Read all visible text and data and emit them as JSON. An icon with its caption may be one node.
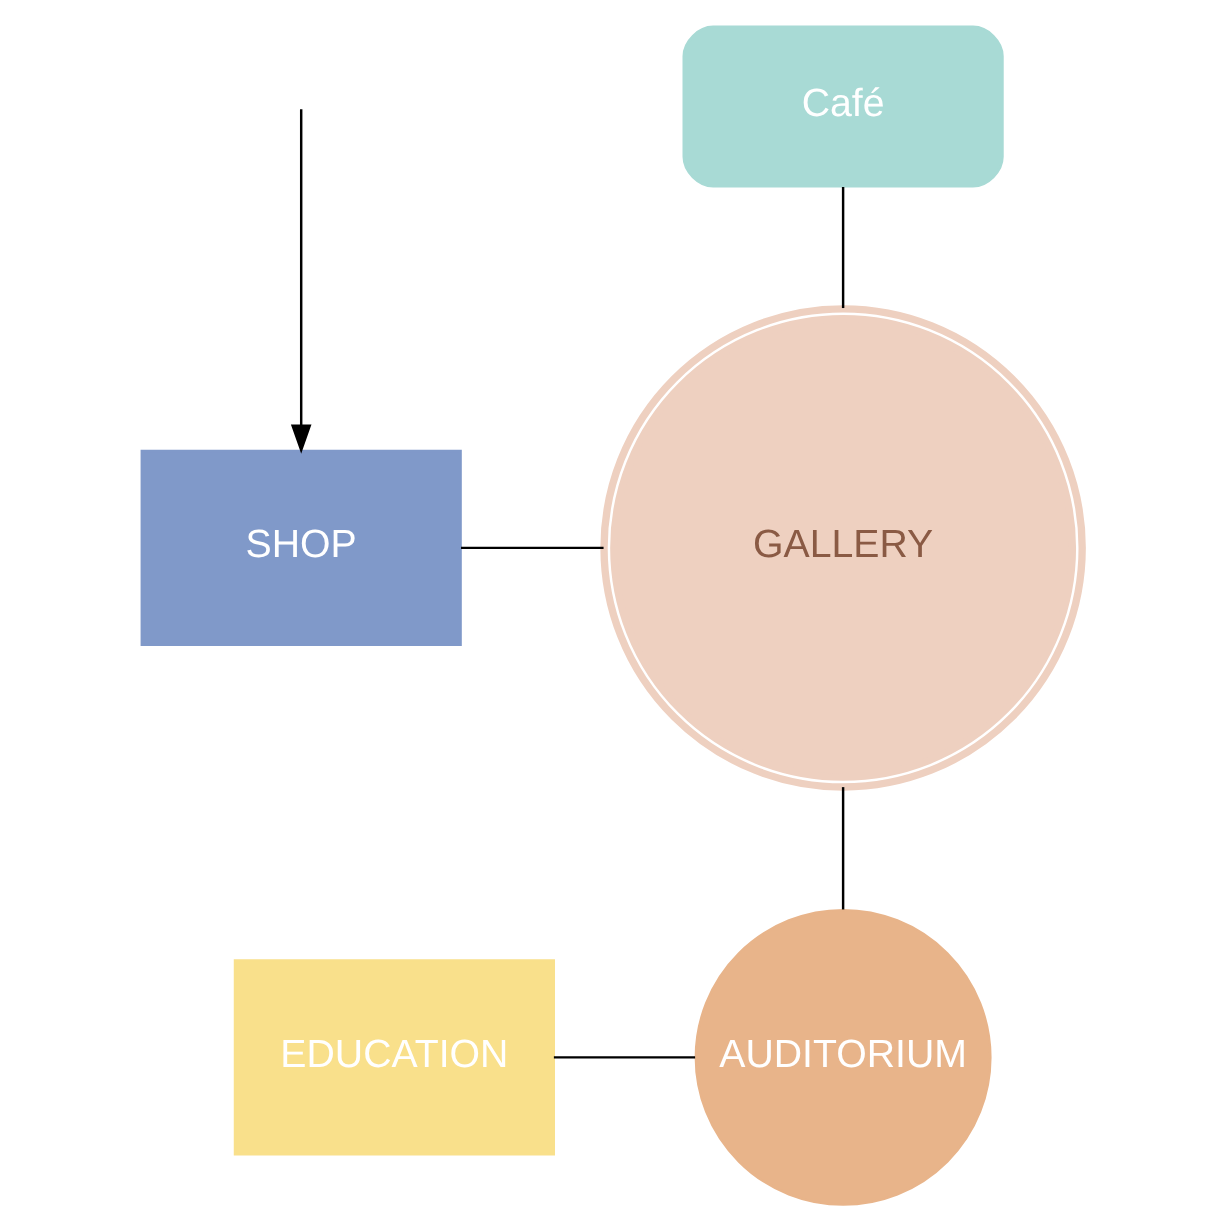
{
  "diagram": {
    "nodes": [
      {
        "text": [
          "Café"
        ]
      },
      {
        "text": [
          "SHOP"
        ]
      },
      {
        "text": [
          "GALLERY"
        ]
      },
      {
        "text": [
          "EDUCATION"
        ]
      },
      {
        "text": [
          "AUDITORIUM"
        ]
      }
    ],
    "edges": [
      {
        "from": 0,
        "to": 2,
        "arrow": "none"
      },
      {
        "from": 1,
        "to": 2,
        "arrow": "none"
      },
      {
        "from": 2,
        "to": 4,
        "arrow": "none"
      },
      {
        "from": 3,
        "to": 4,
        "arrow": "none"
      },
      {
        "from": null,
        "to": 1,
        "arrow": "to"
      }
    ]
  }
}
